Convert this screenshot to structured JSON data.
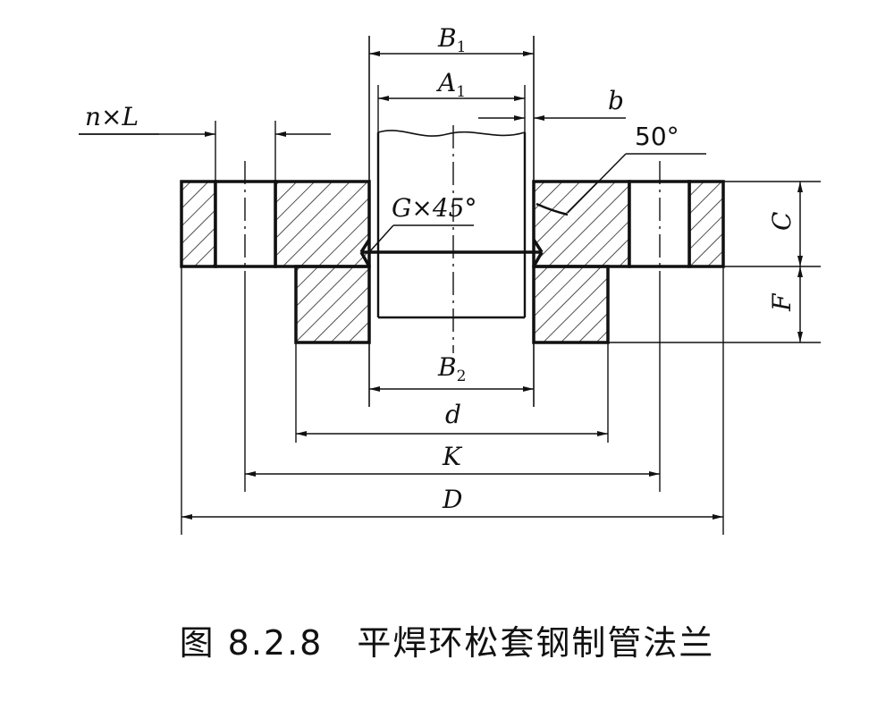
{
  "diagram": {
    "labels": {
      "B1": "B",
      "B1_sub": "1",
      "A1": "A",
      "A1_sub": "1",
      "b": "b",
      "angle": "50°",
      "nL": "n×L",
      "chamfer": "G×45°",
      "C": "C",
      "F": "F",
      "B2": "B",
      "B2_sub": "2",
      "d": "d",
      "K": "K",
      "D": "D"
    }
  },
  "caption": {
    "number": "图 8.2.8",
    "title": "平焊环松套钢制管法兰"
  }
}
